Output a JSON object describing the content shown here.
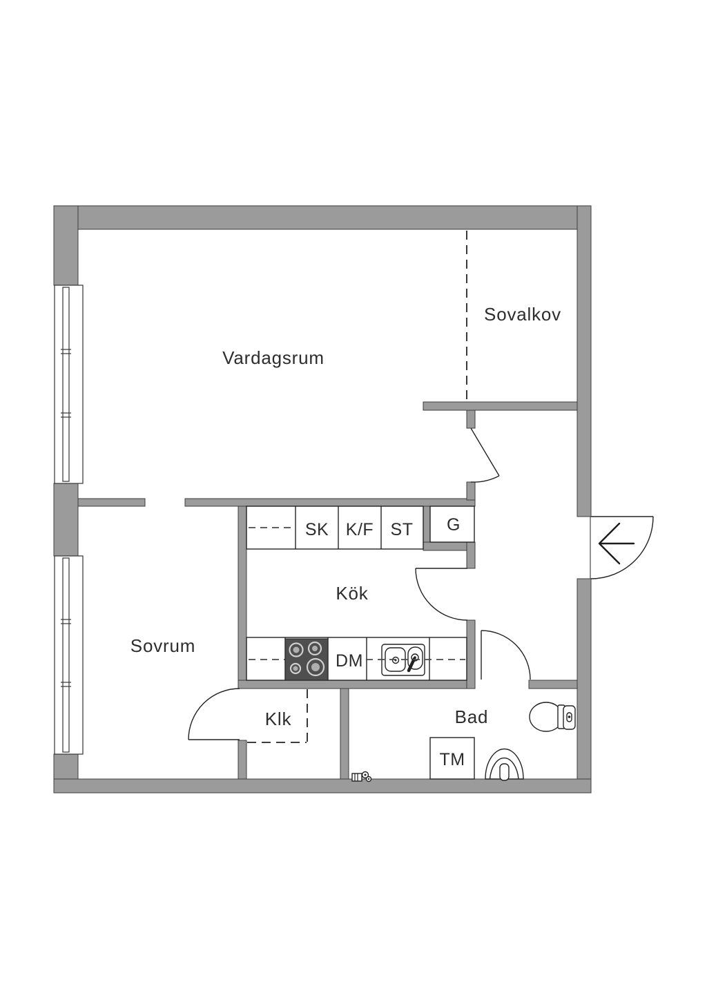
{
  "floorplan": {
    "rooms": {
      "vardagsrum": {
        "label": "Vardagsrum"
      },
      "sovalkov": {
        "label": "Sovalkov"
      },
      "sovrum": {
        "label": "Sovrum"
      },
      "kok": {
        "label": "Kök"
      },
      "klk": {
        "label": "Klk"
      },
      "bad": {
        "label": "Bad"
      }
    },
    "fixtures": {
      "sk": {
        "label": "SK"
      },
      "kf": {
        "label": "K/F"
      },
      "st": {
        "label": "ST"
      },
      "g": {
        "label": "G"
      },
      "dm": {
        "label": "DM"
      },
      "tm": {
        "label": "TM"
      }
    },
    "colors": {
      "background": "#ffffff",
      "wall": "#9b9b9b",
      "wall_outline": "#3c3c3c",
      "line": "#222222",
      "text": "#2d2d2d",
      "stove": "#4f4f4f"
    }
  }
}
